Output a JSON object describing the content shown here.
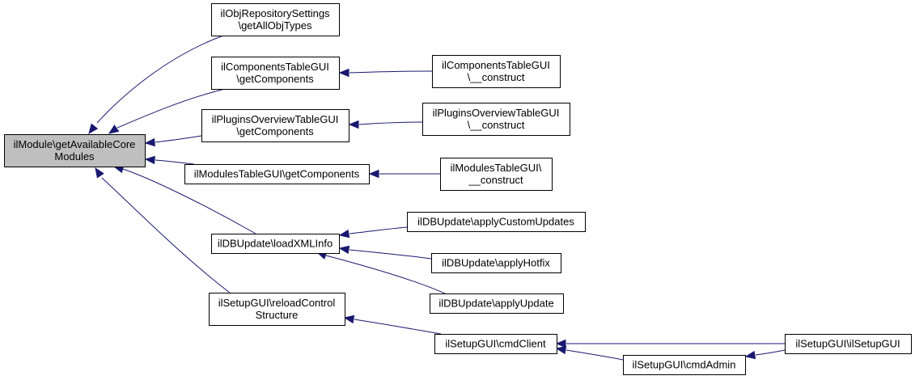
{
  "diagram": {
    "type": "call-graph",
    "nodes": [
      {
        "id": "root",
        "lines": [
          "ilModule\\getAvailableCore",
          "Modules"
        ],
        "highlighted": true
      },
      {
        "id": "objtypes",
        "lines": [
          "ilObjRepositorySettings",
          "\\getAllObjTypes"
        ]
      },
      {
        "id": "comp_get",
        "lines": [
          "ilComponentsTableGUI",
          "\\getComponents"
        ]
      },
      {
        "id": "comp_con",
        "lines": [
          "ilComponentsTableGUI",
          "\\__construct"
        ]
      },
      {
        "id": "plug_get",
        "lines": [
          "ilPluginsOverviewTableGUI",
          "\\getComponents"
        ]
      },
      {
        "id": "plug_con",
        "lines": [
          "ilPluginsOverviewTableGUI",
          "\\__construct"
        ]
      },
      {
        "id": "mod_get",
        "lines": [
          "ilModulesTableGUI\\getComponents"
        ]
      },
      {
        "id": "mod_con",
        "lines": [
          "ilModulesTableGUI\\",
          "__construct"
        ]
      },
      {
        "id": "loadxml",
        "lines": [
          "ilDBUpdate\\loadXMLInfo"
        ]
      },
      {
        "id": "custom",
        "lines": [
          "ilDBUpdate\\applyCustomUpdates"
        ]
      },
      {
        "id": "hotfix",
        "lines": [
          "ilDBUpdate\\applyHotfix"
        ]
      },
      {
        "id": "update",
        "lines": [
          "ilDBUpdate\\applyUpdate"
        ]
      },
      {
        "id": "reload",
        "lines": [
          "ilSetupGUI\\reloadControl",
          "Structure"
        ]
      },
      {
        "id": "client",
        "lines": [
          "ilSetupGUI\\cmdClient"
        ]
      },
      {
        "id": "admin",
        "lines": [
          "ilSetupGUI\\cmdAdmin"
        ]
      },
      {
        "id": "setup",
        "lines": [
          "ilSetupGUI\\ilSetupGUI"
        ]
      }
    ],
    "edges": [
      {
        "from": "objtypes",
        "to": "root"
      },
      {
        "from": "comp_get",
        "to": "root"
      },
      {
        "from": "plug_get",
        "to": "root"
      },
      {
        "from": "mod_get",
        "to": "root"
      },
      {
        "from": "loadxml",
        "to": "root"
      },
      {
        "from": "reload",
        "to": "root"
      },
      {
        "from": "comp_con",
        "to": "comp_get"
      },
      {
        "from": "plug_con",
        "to": "plug_get"
      },
      {
        "from": "mod_con",
        "to": "mod_get"
      },
      {
        "from": "custom",
        "to": "loadxml"
      },
      {
        "from": "hotfix",
        "to": "loadxml"
      },
      {
        "from": "update",
        "to": "loadxml"
      },
      {
        "from": "client",
        "to": "reload"
      },
      {
        "from": "setup",
        "to": "client"
      },
      {
        "from": "admin",
        "to": "client"
      },
      {
        "from": "setup",
        "to": "admin"
      }
    ],
    "colors": {
      "edge": "#191970",
      "root_fill": "#bfbfbf",
      "node_fill": "#ffffff",
      "node_stroke": "#000000"
    }
  }
}
